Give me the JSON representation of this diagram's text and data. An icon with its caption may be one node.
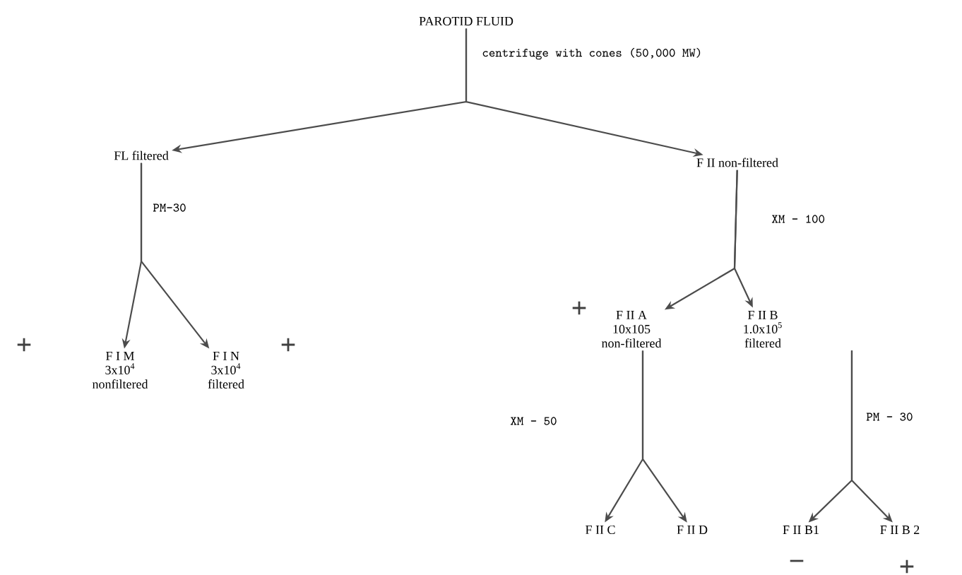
{
  "diagram": {
    "nodes": [
      {
        "text": [
          "PAROTID FLUID"
        ]
      },
      {
        "text": [
          "FL filtered"
        ]
      },
      {
        "text": [
          "F II non-filtered"
        ]
      },
      {
        "text": [
          "F I M",
          "3x10$^{4}$",
          "nonfiltered"
        ],
        "beside": [
          "+"
        ]
      },
      {
        "text": [
          "F I N",
          "3x10$^{4}$",
          "filtered"
        ],
        "beside": [
          "+"
        ]
      },
      {
        "text": [
          "F II A",
          "10x105",
          "non-filtered"
        ],
        "beside": [
          "+"
        ]
      },
      {
        "text": [
          "F II B",
          "1.0x10$^{5}$",
          "filtered"
        ]
      },
      {
        "text": [
          "F II C"
        ]
      },
      {
        "text": [
          "F II D"
        ]
      },
      {
        "text": [
          "F II B1"
        ],
        "beside": [
          "−"
        ]
      },
      {
        "text": [
          "F II B 2"
        ],
        "beside": [
          "+"
        ]
      }
    ],
    "edges": [
      {
        "from": 0,
        "to": 1,
        "arrow": "to"
      },
      {
        "from": 0,
        "to": 2,
        "arrow": "to"
      },
      {
        "from": 1,
        "to": 3,
        "arrow": "to"
      },
      {
        "from": 1,
        "to": 4,
        "arrow": "to"
      },
      {
        "from": 2,
        "to": 5,
        "arrow": "to"
      },
      {
        "from": 2,
        "to": 6,
        "arrow": "to"
      },
      {
        "from": 5,
        "to": 7,
        "arrow": "to"
      },
      {
        "from": 5,
        "to": 8,
        "arrow": "to"
      },
      {
        "from": 6,
        "to": 9,
        "arrow": "to"
      },
      {
        "from": 6,
        "to": 10,
        "arrow": "to"
      }
    ],
    "labels": [
      "centrifuge with cones (50,000 MW)",
      "PM-30",
      "XM - 100",
      "XM - 50",
      "PM - 30"
    ]
  }
}
